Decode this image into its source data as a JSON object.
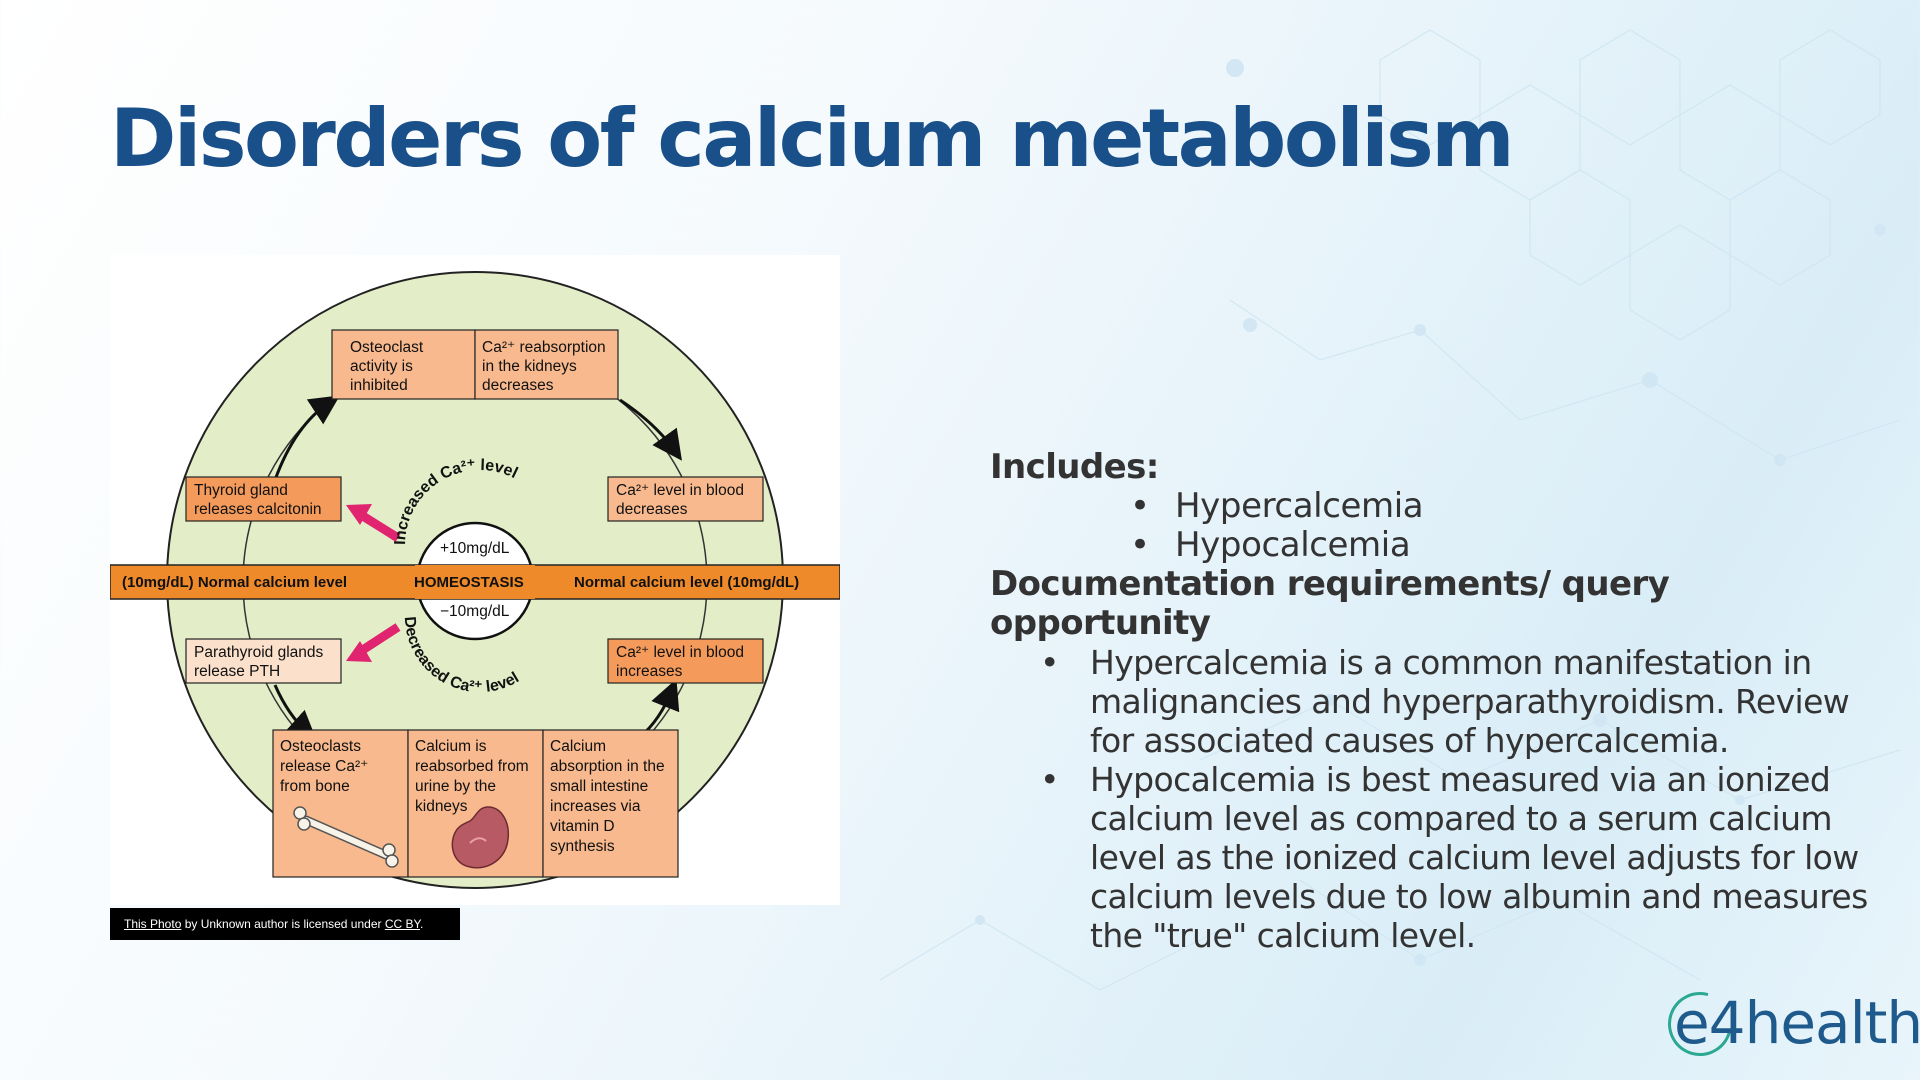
{
  "slide": {
    "title": "Disorders of calcium metabolism"
  },
  "diagram": {
    "top_left_box": [
      "Osteoclast",
      "activity is",
      "inhibited"
    ],
    "top_right_box": [
      "Ca²⁺ reabsorption",
      "in the kidneys",
      "decreases"
    ],
    "thyroid_box": [
      "Thyroid gland",
      "releases calcitonin"
    ],
    "blood_decrease_box": [
      "Ca²⁺ level in blood",
      "decreases"
    ],
    "parathyroid_box": [
      "Parathyroid glands",
      "release PTH"
    ],
    "blood_increase_box": [
      "Ca²⁺ level in blood",
      "increases"
    ],
    "bottom_left_box": [
      "Osteoclasts",
      "release Ca²⁺",
      "from bone"
    ],
    "bottom_middle_box": [
      "Calcium is",
      "reabsorbed from",
      "urine by the",
      "kidneys"
    ],
    "bottom_right_box": [
      "Calcium",
      "absorption in the",
      "small intestine",
      "increases via",
      "vitamin D",
      "synthesis"
    ],
    "band_left": "(10mg/dL) Normal calcium level",
    "band_center": "HOMEOSTASIS",
    "band_right": "Normal calcium level (10mg/dL)",
    "upper_value": "+10mg/dL",
    "lower_value": "−10mg/dL",
    "increased_label": "Increased Ca²⁺ level",
    "decreased_label": "Decreased Ca²⁺ level",
    "colors": {
      "outer_fill": "#e3eec8",
      "box_fill": "#f7b98d",
      "box_fill_dark": "#f49a5a",
      "band_fill": "#ef8a2b",
      "arrow_pink": "#e0246f"
    }
  },
  "caption": {
    "link_text": "This Photo",
    "middle_text": " by Unknown author is licensed under ",
    "license_text": "CC BY",
    "end_text": "."
  },
  "content": {
    "includes_heading": "Includes:",
    "includes_items": [
      "Hypercalcemia",
      "Hypocalcemia"
    ],
    "doc_heading": "Documentation requirements/ query opportunity",
    "doc_items": [
      "Hypercalcemia is a common manifestation in malignancies and hyperparathyroidism. Review for associated causes of hypercalcemia.",
      "Hypocalcemia is best measured via an ionized calcium level as compared to a serum calcium level as the ionized calcium level adjusts for low calcium levels due to low albumin and measures the \"true\" calcium level."
    ]
  },
  "logo": {
    "text": "e4health"
  }
}
